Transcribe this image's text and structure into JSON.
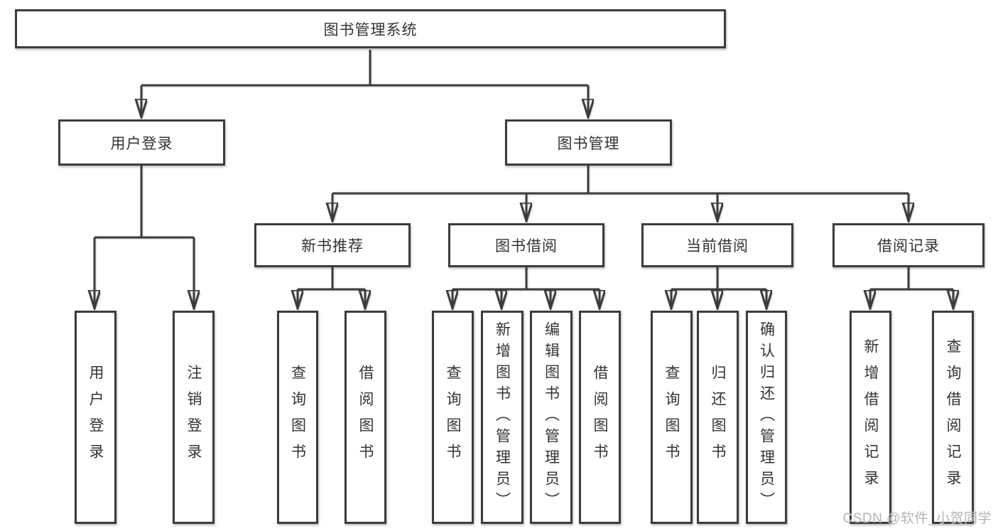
{
  "diagram_title": "图书管理系统",
  "watermark": "CSDN @软件_小贺同学",
  "colors": {
    "line": "#3c3c3c",
    "text": "#333333",
    "watermark": "#b4b4b4",
    "background": "#ffffff"
  },
  "tree": {
    "root": {
      "label": "图书管理系统"
    },
    "branches": [
      {
        "label": "用户登录",
        "children": [
          {
            "label": "用户登录"
          },
          {
            "label": "注销登录"
          }
        ]
      },
      {
        "label": "图书管理",
        "children": [
          {
            "label": "新书推荐",
            "children": [
              {
                "label": "查询图书"
              },
              {
                "label": "借阅图书"
              }
            ]
          },
          {
            "label": "图书借阅",
            "children": [
              {
                "label": "查询图书"
              },
              {
                "label": "新增图书（管理员）"
              },
              {
                "label": "编辑图书（管理员）"
              },
              {
                "label": "借阅图书"
              }
            ]
          },
          {
            "label": "当前借阅",
            "children": [
              {
                "label": "查询图书"
              },
              {
                "label": "归还图书"
              },
              {
                "label": "确认归还（管理员）"
              }
            ]
          },
          {
            "label": "借阅记录",
            "children": [
              {
                "label": "新增借阅记录"
              },
              {
                "label": "查询借阅记录"
              }
            ]
          }
        ]
      }
    ]
  }
}
